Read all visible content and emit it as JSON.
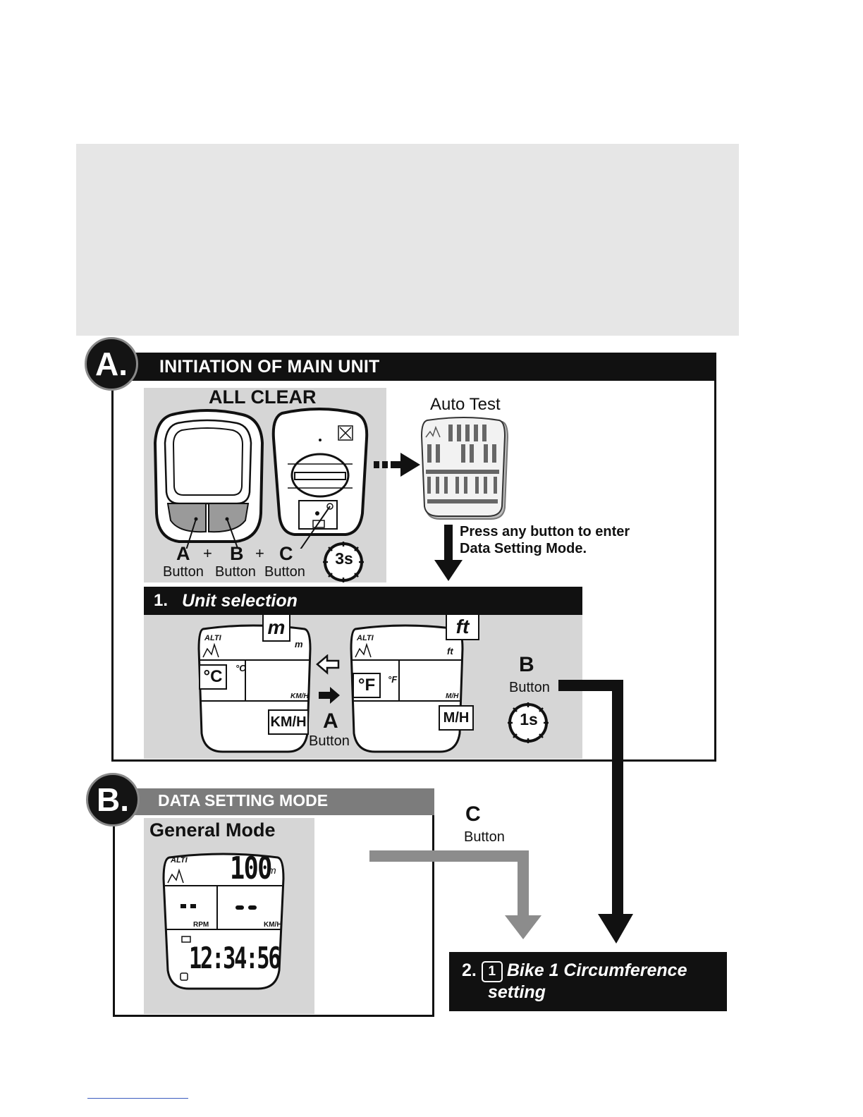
{
  "section_a": {
    "badge": "A.",
    "title": "INITIATION OF MAIN UNIT",
    "all_clear": {
      "title": "ALL CLEAR",
      "btn_a_letter": "A",
      "btn_b_letter": "B",
      "btn_c_letter": "C",
      "plus": "+",
      "btn_word": "Button",
      "timer": "3s"
    },
    "auto_test": "Auto Test",
    "press_note": "Press any button to enter Data Setting Mode.",
    "unit_selection": {
      "number": "1.",
      "title": "Unit selection",
      "left_unit_alt": "m",
      "left_unit_temp": "°C",
      "left_unit_speed": "KM/H",
      "right_unit_alt": "ft",
      "right_unit_temp": "°F",
      "right_unit_speed": "M/H",
      "small_m": "m",
      "small_c": "°C",
      "small_kmh": "KM/H",
      "small_ft": "ft",
      "small_f": "°F",
      "small_mh": "M/H",
      "btn_a_letter": "A",
      "btn_a_word": "Button",
      "btn_b_letter": "B",
      "btn_b_word": "Button",
      "timer": "1s"
    }
  },
  "section_b": {
    "badge": "B.",
    "title": "DATA SETTING MODE",
    "general_mode": "General Mode",
    "lcd_altitude": "100",
    "lcd_alt_unit": "m",
    "lcd_rpm": "RPM",
    "lcd_kmh": "KM/H",
    "lcd_time": "12:34:56",
    "lcd_brand": "ALTI"
  },
  "c_button": {
    "letter": "C",
    "word": "Button"
  },
  "step_2": {
    "number": "2.",
    "icon": "1",
    "line1": "Bike 1  Circumference",
    "line2": "setting"
  },
  "colors": {
    "dark": "#111111",
    "panel": "#d6d6d6",
    "banner": "#e6e6e6",
    "grey_bar": "#7c7c7c",
    "grey_arrow": "#8c8c8c"
  }
}
